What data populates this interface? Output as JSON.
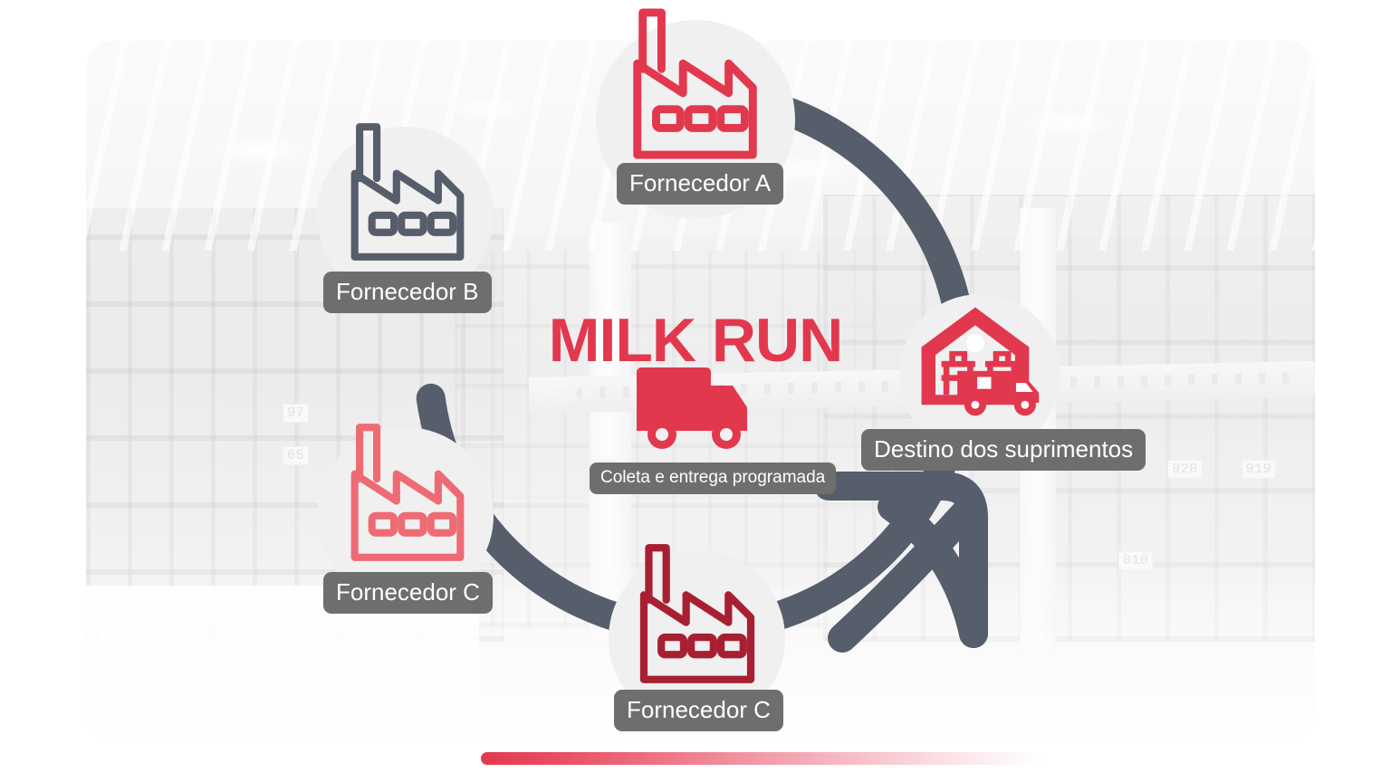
{
  "title": "MILK RUN",
  "colors": {
    "accent_red": "#E2384E",
    "red_mid": "#E8505F",
    "red_light": "#EE6B74",
    "red_dark": "#A81F32",
    "slate": "#565E6B",
    "pill_gray": "#6E6E6E",
    "disc_gray": "#F0F0F0"
  },
  "center": {
    "title": "MILK RUN",
    "truck_icon": "delivery-truck-icon",
    "caption": "Coleta e entrega programada"
  },
  "nodes": [
    {
      "id": "fornecedor-a",
      "label": "Fornecedor A",
      "icon": "factory-icon",
      "icon_color": "#E2384E",
      "position": "top"
    },
    {
      "id": "fornecedor-b",
      "label": "Fornecedor B",
      "icon": "factory-icon",
      "icon_color": "#565E6B",
      "position": "upper-left"
    },
    {
      "id": "fornecedor-c-left",
      "label": "Fornecedor C",
      "icon": "factory-icon",
      "icon_color": "#EE6B74",
      "position": "lower-left"
    },
    {
      "id": "fornecedor-c-bottom",
      "label": "Fornecedor C",
      "icon": "factory-icon",
      "icon_color": "#A81F32",
      "position": "bottom"
    },
    {
      "id": "destino",
      "label": "Destino dos suprimentos",
      "icon": "warehouse-truck-icon",
      "icon_color": "#E2384E",
      "position": "right"
    }
  ],
  "flow": {
    "ring_icon": "circular-route-ring",
    "arrow_icon": "curved-arrow-up-right",
    "direction": "clockwise"
  },
  "background": {
    "image": "warehouse-photo-grayscale"
  },
  "footer": {
    "accent_bar": "gradient-accent-bar"
  }
}
